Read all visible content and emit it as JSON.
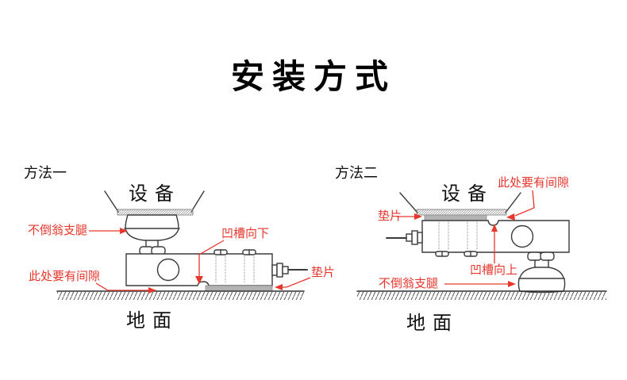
{
  "title": "安装方式",
  "colors": {
    "annotation_red": "#e8362c",
    "shim_gray": "#b3b3b3",
    "line_dark": "#3a3a3a",
    "background": "#ffffff"
  },
  "method1": {
    "label": "方法一",
    "equipment": "设备",
    "ground": "地面",
    "annotations": {
      "support_leg": "不倒翁支腿",
      "gap": "此处要有间隙",
      "groove": "凹槽向下",
      "shim": "垫片"
    }
  },
  "method2": {
    "label": "方法二",
    "equipment": "设备",
    "ground": "地面",
    "annotations": {
      "shim": "垫片",
      "gap": "此处要有间隙",
      "groove": "凹槽向上",
      "support_leg": "不倒翁支腿"
    }
  }
}
